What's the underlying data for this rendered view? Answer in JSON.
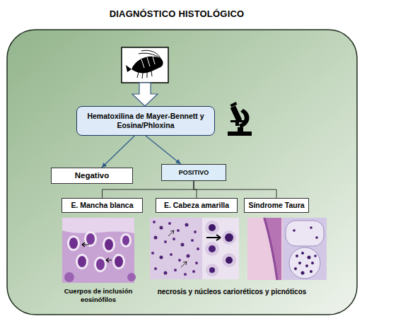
{
  "diagram": {
    "title": "DIAGNÓSTICO HISTOLÓGICO",
    "nodes": [
      {
        "text": [
          "Hematoxilina de Mayer-Bennett y Eosina/Phloxina"
        ]
      },
      {
        "text": [
          "Negativo"
        ]
      },
      {
        "text": [
          "POSITIVO"
        ]
      },
      {
        "text": [
          "E. Mancha blanca"
        ]
      },
      {
        "text": [
          "E. Cabeza amarilla"
        ]
      },
      {
        "text": [
          "Síndrome Taura"
        ]
      }
    ],
    "edges": [
      {
        "from": 0,
        "to": 1,
        "arrow": "to"
      },
      {
        "from": 0,
        "to": 2,
        "arrow": "to"
      },
      {
        "from": 2,
        "to": 3,
        "arrow": "none"
      },
      {
        "from": 2,
        "to": 4,
        "arrow": "none"
      },
      {
        "from": 2,
        "to": 5,
        "arrow": "none"
      }
    ],
    "labels": [
      "Cuerpos de inclusión eosinófilos",
      "necrosis y núcleos carioréticos y picnóticos"
    ]
  }
}
